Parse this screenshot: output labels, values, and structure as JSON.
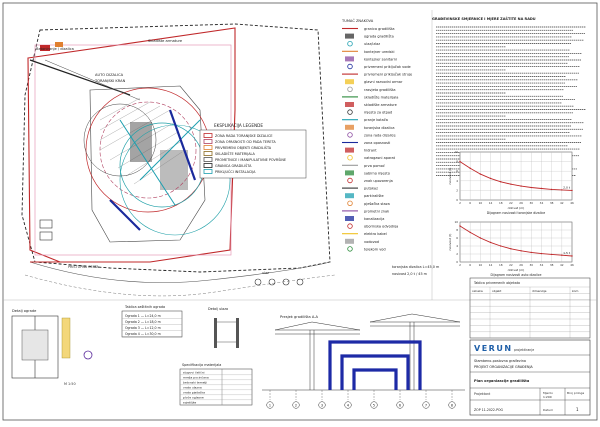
{
  "site_plan": {
    "label_top_left": "Betoniranje / dizalica",
    "label_storage": "Skladište armature",
    "label_crane_a": "AUTO DIZALICA",
    "label_crane_b": "TORANJSKI KRAN",
    "label_road": "PRISTUPNA CESTA",
    "label_gate": "ulaz",
    "explication_title": "EKSPLIKACIJA     LEGENDE",
    "explication_rows": [
      "ZONA RADA TORANJSKE DIZALICE",
      "ZONA OPASNOSTI OD PADA TERETA",
      "PRIVREMENI OBJEKTI GRADILIŠTA",
      "SKLADIŠTE MATERIJALA",
      "PROMETNICE I MANIPULATIVNE POVRŠINE",
      "GRANICA GRADILIŠTA",
      "PRIKLJUČCI INSTALACIJA"
    ]
  },
  "legend": {
    "title": "TUMAČ ZNAKOVA",
    "items": [
      "granica gradilišta",
      "ograda gradilišta",
      "ulaz/izlaz",
      "kontejner uredski",
      "kontejner sanitarni",
      "privremeni priključak vode",
      "privremeni priključak struje",
      "glavni razvodni ormar",
      "rasvjeta gradilišta",
      "skladište materijala",
      "skladište armature",
      "mjesto za otpad",
      "pranje kotača",
      "toranjska dizalica",
      "zona rada dizalice",
      "zona opasnosti",
      "hidrant",
      "vatrogasni aparat",
      "prva pomoć",
      "sabirno mjesto",
      "znak upozorenja",
      "putokaz",
      "parkiralište",
      "pješačka staza",
      "prometni znak",
      "kanalizacija",
      "oborinska odvodnja",
      "elektro kabel",
      "vodovod",
      "telekom vod"
    ],
    "note_tower": "toranjska dizalica L=45,0 m",
    "note_loads": "nosivost 2,0 t / 45 m"
  },
  "notes": {
    "title": "GRAĐEVINSKE SMJERNICE I MJERE ZAŠTITE NA RADU",
    "lines": 46
  },
  "chart_top": {
    "ylabel": "nosivost (t)",
    "xlabel": "dohvat (m)",
    "caption": "Dijagram nosivosti toranjske dizalice",
    "end_label": "2,0 t"
  },
  "chart_bottom": {
    "ylabel": "nosivost (t)",
    "xlabel": "dohvat (m)",
    "caption": "Dijagram nosivosti auto dizalice",
    "end_label": "1,5 t"
  },
  "chart_data": [
    {
      "type": "line",
      "title": "",
      "xlabel": "dohvat (m)",
      "ylabel": "nosivost (t)",
      "x": [
        2,
        6,
        10,
        14,
        18,
        22,
        26,
        30,
        34,
        38,
        42,
        46
      ],
      "series": [
        {
          "values": [
            8.0,
            6.6,
            5.4,
            4.5,
            3.8,
            3.3,
            2.9,
            2.6,
            2.4,
            2.2,
            2.1,
            2.0
          ]
        }
      ],
      "ylim": [
        0,
        10
      ],
      "grid": true
    },
    {
      "type": "line",
      "title": "",
      "xlabel": "dohvat (m)",
      "ylabel": "nosivost (t)",
      "x": [
        2,
        6,
        10,
        14,
        18,
        22,
        26,
        30,
        34,
        38,
        42,
        46
      ],
      "series": [
        {
          "values": [
            9.0,
            7.4,
            6.0,
            4.9,
            4.0,
            3.3,
            2.8,
            2.4,
            2.1,
            1.9,
            1.7,
            1.5
          ]
        }
      ],
      "ylim": [
        0,
        10
      ],
      "grid": true
    }
  ],
  "small_tables": {
    "left_title": "Tablica zaštitnih ograda",
    "left_rows": [
      "Ograda 1 — L=24,0 m",
      "Ograda 2 — L=18,0 m",
      "Ograda 3 — L=12,0 m",
      "Ograda 4 — L=30,0 m"
    ],
    "right_title": "Tablica privremenih objekata",
    "right_cols": [
      "oznaka",
      "objekt",
      "dimenzije",
      "kom"
    ]
  },
  "details": {
    "fence_title": "Detalj ograde",
    "gate_title": "Detalj ulaza",
    "section_title": "Presjek",
    "scale": "M 1:50",
    "materials_title": "Specifikacija materijala",
    "materials_rows": [
      "stupovi čelični",
      "mreža pocinčana",
      "betonski temelji",
      "vrata ulazna",
      "vrata pješačka",
      "ploče oglasne",
      "svjetiljke"
    ]
  },
  "elevation": {
    "title": "Presjek gradilišta A-A",
    "axes": [
      "1",
      "2",
      "3",
      "4",
      "5",
      "6",
      "7",
      "8"
    ]
  },
  "title_block": {
    "company": "VERUN",
    "company_sub": "projektiranje",
    "project": "Stambeno-poslovna građevina",
    "content": "PROJEKT ORGANIZACIJE GRAĐENJA",
    "drawing": "Plan organizacije gradilišta",
    "scale_label": "Mjerilo",
    "scale_value": "1:200",
    "number_label": "Broj priloga",
    "number_value": "1",
    "designer_label": "Projektant",
    "date_label": "Datum",
    "code": "ZOP 11-2022-POG"
  }
}
